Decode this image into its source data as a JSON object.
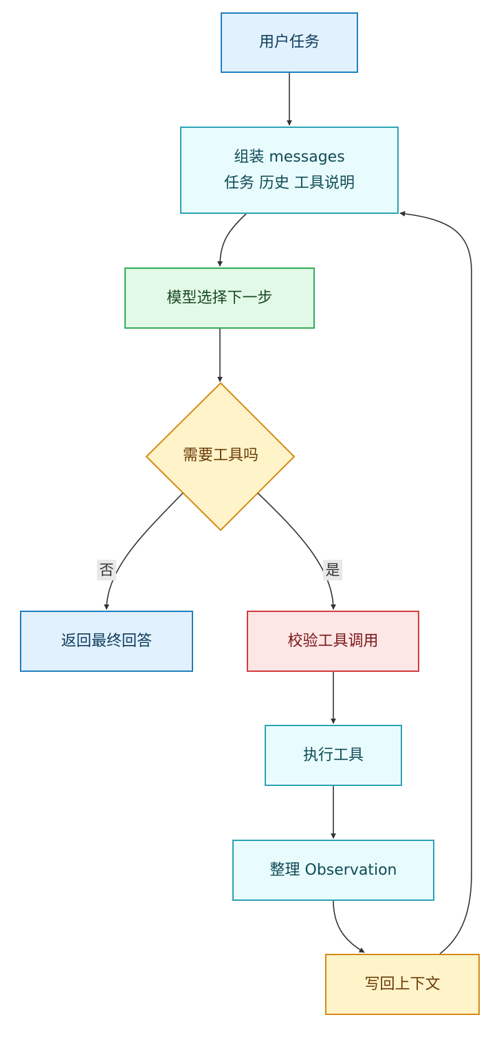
{
  "nodes": {
    "user_task": "用户任务",
    "assemble": [
      "组装 messages",
      "任务 历史 工具说明"
    ],
    "model_next": "模型选择下一步",
    "need_tool": "需要工具吗",
    "final_answer": "返回最终回答",
    "validate_tool": "校验工具调用",
    "execute_tool": "执行工具",
    "organize_obs": "整理 Observation",
    "write_back": "写回上下文"
  },
  "edges": {
    "no_label": "否",
    "yes_label": "是"
  },
  "colors": {
    "blue_fill": "#e1f1fd",
    "blue_border": "#1f7fc0",
    "cyan_fill": "#e9fcfd",
    "cyan_border": "#2aa3b5",
    "green_fill": "#e3f9e7",
    "green_border": "#2fae52",
    "yellow_fill": "#fff3c9",
    "yellow_border": "#d48a12",
    "red_fill": "#fde6e6",
    "red_border": "#d63a3a",
    "edge": "#333333"
  }
}
